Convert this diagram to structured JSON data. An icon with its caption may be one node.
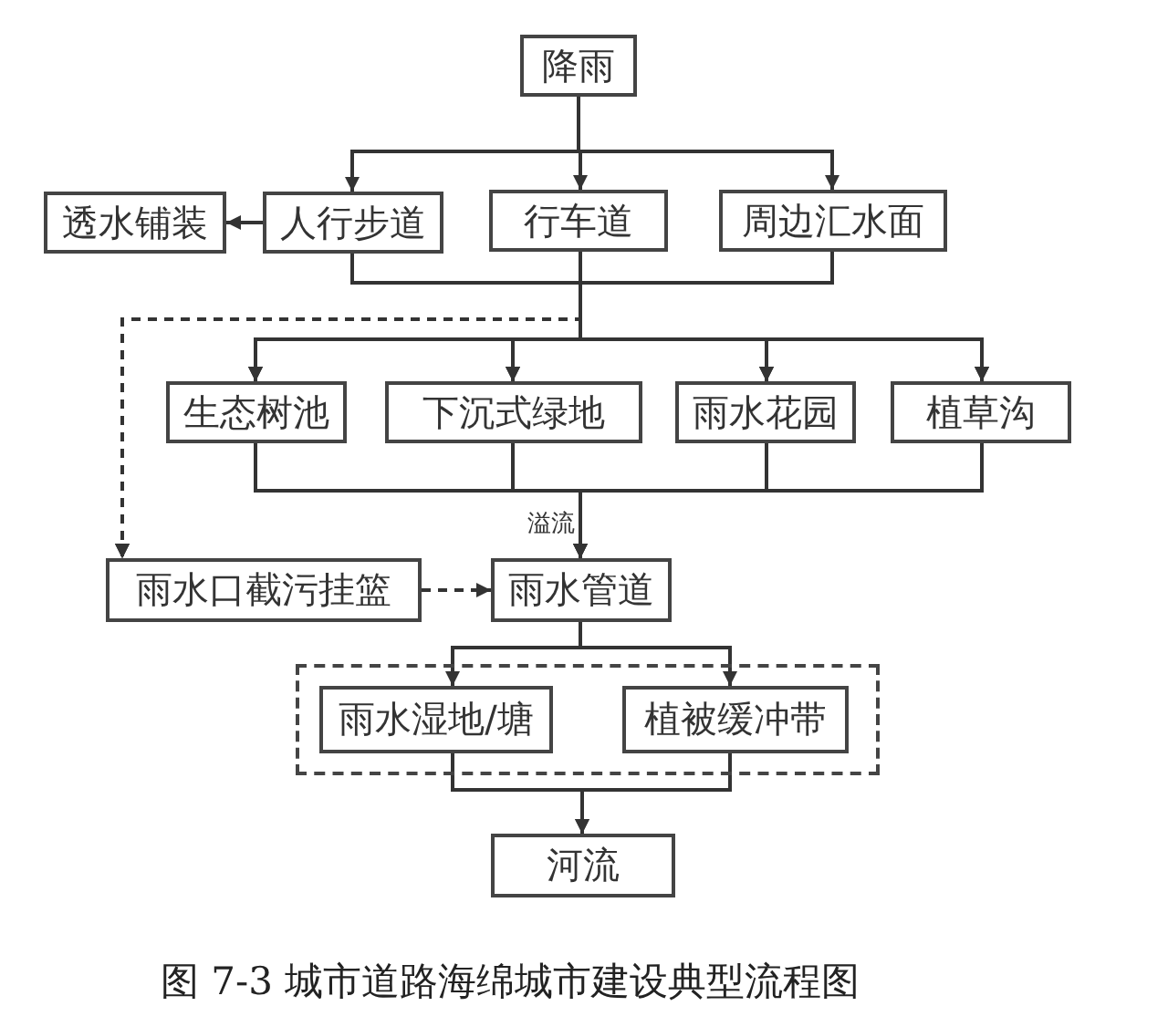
{
  "diagram": {
    "caption": "图 7-3 城市道路海绵城市建设典型流程图",
    "nodes": [
      {
        "text": [
          "降雨"
        ]
      },
      {
        "text": [
          "透水铺装"
        ]
      },
      {
        "text": [
          "人行步道"
        ]
      },
      {
        "text": [
          "行车道"
        ]
      },
      {
        "text": [
          "周边汇水面"
        ]
      },
      {
        "text": [
          "生态树池"
        ]
      },
      {
        "text": [
          "下沉式绿地"
        ]
      },
      {
        "text": [
          "雨水花园"
        ]
      },
      {
        "text": [
          "植草沟"
        ]
      },
      {
        "text": [
          "雨水口截污挂篮"
        ]
      },
      {
        "text": [
          "雨水管道"
        ]
      },
      {
        "text": [],
        "shape": "box"
      },
      {
        "text": [
          "雨水湿地/塘"
        ],
        "in": 11
      },
      {
        "text": [
          "植被缓冲带"
        ],
        "in": 11
      },
      {
        "text": [
          "河流"
        ]
      }
    ],
    "edges": [
      {
        "from": 0,
        "to": 2,
        "arrow": "to"
      },
      {
        "from": 0,
        "to": 3,
        "arrow": "to"
      },
      {
        "from": 0,
        "to": 4,
        "arrow": "to"
      },
      {
        "from": 2,
        "to": 1,
        "arrow": "to"
      },
      {
        "from": 2,
        "to": 5,
        "arrow": "to"
      },
      {
        "from": 2,
        "to": 6,
        "arrow": "to"
      },
      {
        "from": 2,
        "to": 7,
        "arrow": "to"
      },
      {
        "from": 2,
        "to": 8,
        "arrow": "to"
      },
      {
        "from": 3,
        "to": 5,
        "arrow": "to"
      },
      {
        "from": 3,
        "to": 6,
        "arrow": "to"
      },
      {
        "from": 3,
        "to": 7,
        "arrow": "to"
      },
      {
        "from": 3,
        "to": 8,
        "arrow": "to"
      },
      {
        "from": 4,
        "to": 5,
        "arrow": "to"
      },
      {
        "from": 4,
        "to": 6,
        "arrow": "to"
      },
      {
        "from": 4,
        "to": 7,
        "arrow": "to"
      },
      {
        "from": 4,
        "to": 8,
        "arrow": "to"
      },
      {
        "from": 2,
        "to": 9,
        "arrow": "to",
        "style": "dashed"
      },
      {
        "from": 3,
        "to": 9,
        "arrow": "to",
        "style": "dashed"
      },
      {
        "from": 4,
        "to": 9,
        "arrow": "to",
        "style": "dashed"
      },
      {
        "from": 5,
        "to": 10,
        "arrow": "to"
      },
      {
        "from": 6,
        "to": 10,
        "arrow": "to",
        "label": "溢流"
      },
      {
        "from": 7,
        "to": 10,
        "arrow": "to"
      },
      {
        "from": 8,
        "to": 10,
        "arrow": "to"
      },
      {
        "from": 9,
        "to": 10,
        "arrow": "to",
        "style": "dashed"
      },
      {
        "from": 10,
        "to": 12,
        "arrow": "to"
      },
      {
        "from": 10,
        "to": 13,
        "arrow": "to"
      },
      {
        "from": 12,
        "to": 14,
        "arrow": "to"
      },
      {
        "from": 13,
        "to": 14,
        "arrow": "to"
      }
    ]
  }
}
